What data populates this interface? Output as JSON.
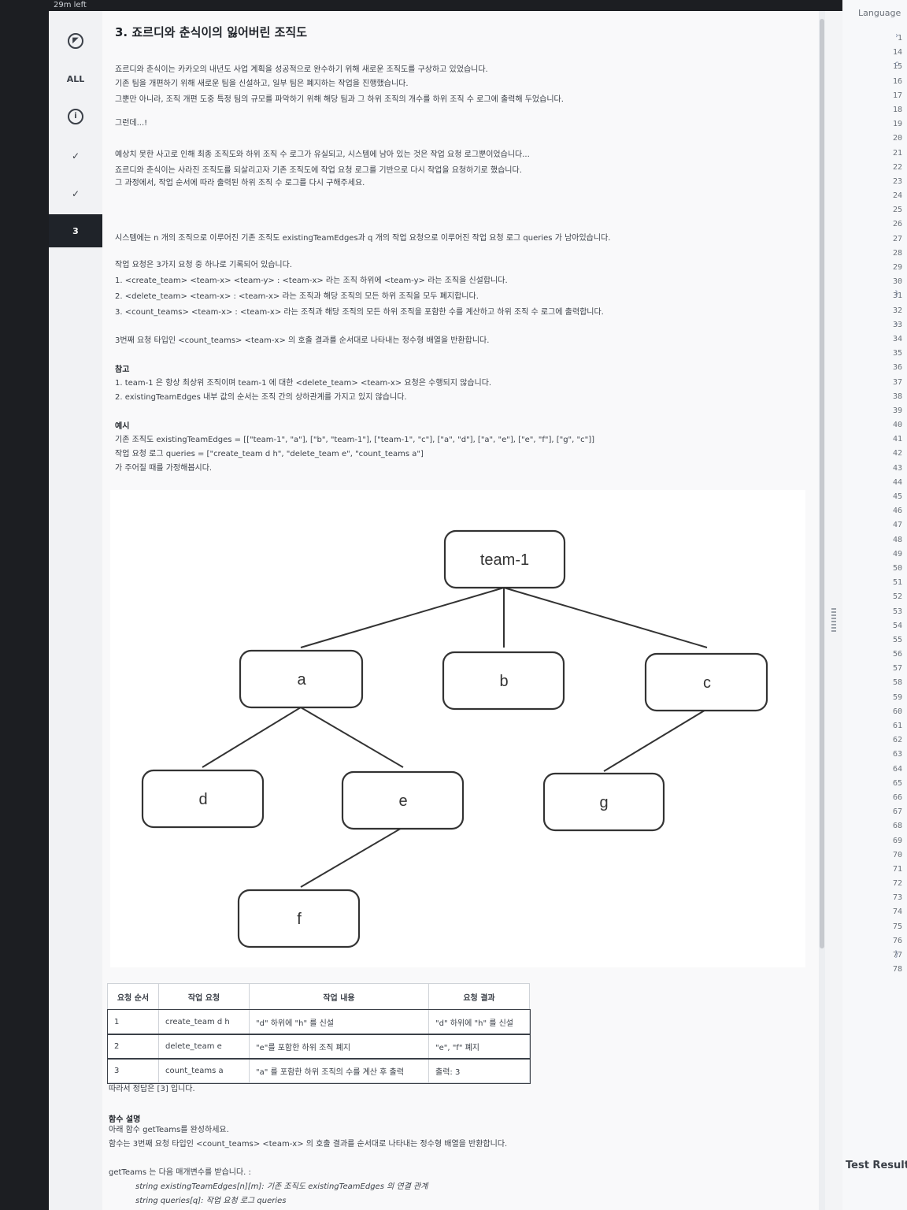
{
  "timer": "29m left",
  "nav": {
    "all_label": "ALL",
    "info_glyph": "i",
    "current_label": "3",
    "check_glyph": "✓"
  },
  "problem": {
    "title": "3. 죠르디와 춘식이의 잃어버린 조직도",
    "intro": [
      "죠르디와 춘식이는 카카오의 내년도 사업 계획을 성공적으로 완수하기 위해 새로운 조직도를 구상하고 있었습니다.",
      "기존 팀을 개편하기 위해 새로운 팀을 신설하고, 일부 팀은 폐지하는 작업을 진행했습니다.",
      "그뿐만 아니라, 조직 개편 도중 특정 팀의 규모를 파악하기 위해 해당 팀과 그 하위 조직의 개수를 하위 조직 수 로그에 출력해 두었습니다."
    ],
    "but": "그런데...!",
    "story": [
      "예상치 못한 사고로 인해 최종 조직도와 하위 조직 수 로그가 유실되고, 시스템에 남아 있는 것은 작업 요청 로그뿐이었습니다...",
      "죠르디와 춘식이는 사라진 조직도를 되살리고자 기존 조직도에 작업 요청 로그를 기반으로 다시 작업을 요청하기로 했습니다.",
      "그 과정에서, 작업 순서에 따라 출력된 하위 조직 수 로그를 다시 구해주세요."
    ],
    "system": "시스템에는 n 개의 조직으로 이루어진 기존 조직도 existingTeamEdges과 q 개의 작업 요청으로 이루어진 작업 요청 로그 queries 가 남아있습니다.",
    "request_types": [
      "작업 요청은 3가지 요청 중 하나로 기록되어 있습니다.",
      "1. <create_team> <team-x> <team-y> : <team-x> 라는 조직 하위에 <team-y> 라는 조직을 신설합니다.",
      "2. <delete_team> <team-x> : <team-x> 라는 조직과 해당 조직의 모든 하위 조직을 모두 폐지합니다.",
      "3. <count_teams> <team-x> : <team-x> 라는 조직과 해당 조직의 모든 하위 조직을 포함한 수를 계산하고 하위 조직 수 로그에 출력합니다."
    ],
    "return_desc": "3번째 요청 타입인 <count_teams> <team-x> 의 호출 결과를 순서대로 나타내는 정수형 배열을 반환합니다.",
    "note_title": "참고",
    "notes": [
      "1. team-1 은 항상 최상위 조직이며 team-1 에 대한 <delete_team> <team-x> 요청은 수행되지 않습니다.",
      "2. existingTeamEdges 내부 값의 순서는 조직 간의 상하관계를 가지고 있지 않습니다."
    ],
    "example_title": "예시",
    "example": [
      "기존 조직도 existingTeamEdges = [[\"team-1\", \"a\"], [\"b\", \"team-1\"], [\"team-1\", \"c\"], [\"a\", \"d\"], [\"a\", \"e\"], [\"e\", \"f\"], [\"g\", \"c\"]]",
      "작업 요청 로그 queries = [\"create_team d h\", \"delete_team e\", \"count_teams a\"]",
      "가 주어질 때를 가정해봅시다."
    ],
    "answer": "따라서 정답은 [3] 입니다.",
    "func_title": "함수 설명",
    "func_lines": [
      "아래 함수 getTeams를 완성하세요.",
      "함수는 3번째 요청 타입인 <count_teams> <team-x> 의 호출 결과를 순서대로 나타내는 정수형 배열을 반환합니다."
    ],
    "params_intro": "getTeams 는 다음 매개변수를 받습니다. :",
    "params": [
      "string existingTeamEdges[n][m]: 기존 조직도 existingTeamEdges 의 연결 관계",
      "string queries[q]: 작업 요청 로그 queries"
    ]
  },
  "diagram": {
    "nodes": [
      "team-1",
      "a",
      "b",
      "c",
      "d",
      "e",
      "g",
      "f"
    ]
  },
  "table": {
    "headers": [
      "요청 순서",
      "작업 요청",
      "작업 내용",
      "요청 결과"
    ],
    "rows": [
      [
        "1",
        "create_team d h",
        "\"d\" 하위에 \"h\" 를 신설",
        "\"d\" 하위에 \"h\" 를 신설"
      ],
      [
        "2",
        "delete_team e",
        "\"e\"를 포함한 하위 조직 폐지",
        "\"e\", \"f\" 폐지"
      ],
      [
        "3",
        "count_teams a",
        "\"a\" 를 포함한 하위 조직의 수를 계산 후 출력",
        "출력: 3"
      ]
    ]
  },
  "editor": {
    "language_label": "Language",
    "line_numbers": [
      "1",
      "14",
      "15",
      "16",
      "17",
      "18",
      "19",
      "20",
      "21",
      "22",
      "23",
      "24",
      "25",
      "26",
      "27",
      "28",
      "29",
      "30",
      "31",
      "32",
      "33",
      "34",
      "35",
      "36",
      "37",
      "38",
      "39",
      "40",
      "41",
      "42",
      "43",
      "44",
      "45",
      "46",
      "47",
      "48",
      "49",
      "50",
      "51",
      "52",
      "53",
      "54",
      "55",
      "56",
      "57",
      "58",
      "59",
      "60",
      "61",
      "62",
      "63",
      "64",
      "65",
      "66",
      "67",
      "68",
      "69",
      "70",
      "71",
      "72",
      "73",
      "74",
      "75",
      "76",
      "77",
      "78"
    ],
    "test_results_label": "Test Results"
  }
}
